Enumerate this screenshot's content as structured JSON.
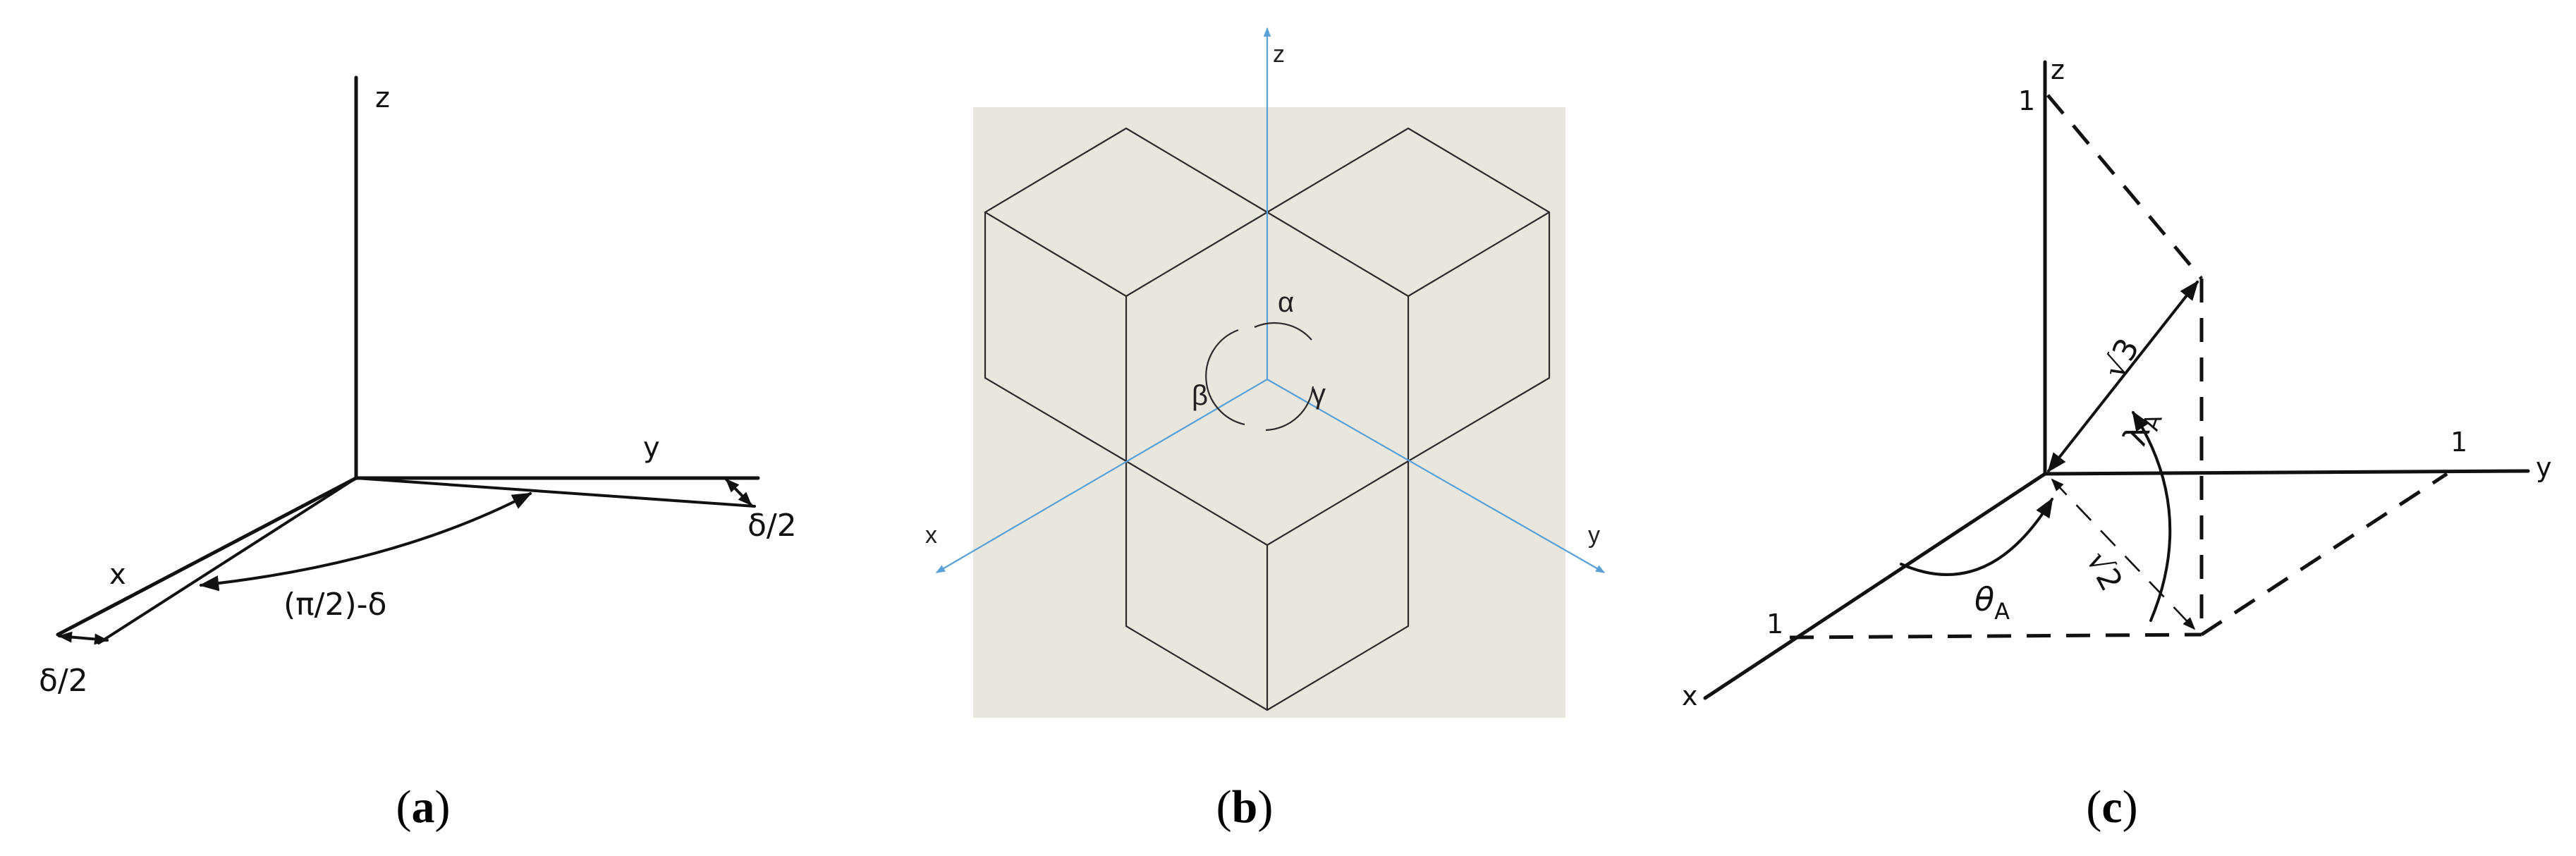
{
  "panel_a": {
    "axis_z": "z",
    "axis_y": "y",
    "axis_x": "x",
    "angle_label": "(π/2)-δ",
    "delta_y": "δ/2",
    "delta_x": "δ/2",
    "caption_open": "(",
    "caption_letter": "a",
    "caption_close": ")"
  },
  "panel_b": {
    "axis_z": "z",
    "axis_x": "x",
    "axis_y": "y",
    "angle_alpha": "α",
    "angle_beta": "β",
    "angle_gamma": "γ",
    "background_color": "#e8e6dd",
    "axis_color": "#5aa0d8",
    "caption_open": "(",
    "caption_letter": "b",
    "caption_close": ")"
  },
  "panel_c": {
    "axis_z": "z",
    "axis_y": "y",
    "axis_x": "x",
    "tick_z": "1",
    "tick_y": "1",
    "tick_x": "1",
    "label_sqrt3": "√3",
    "label_sqrt2": "√2",
    "label_lambda": "λ",
    "label_lambda_sub": "A",
    "label_theta": "θ",
    "label_theta_sub": "A",
    "caption_open": "(",
    "caption_letter": "c",
    "caption_close": ")"
  }
}
